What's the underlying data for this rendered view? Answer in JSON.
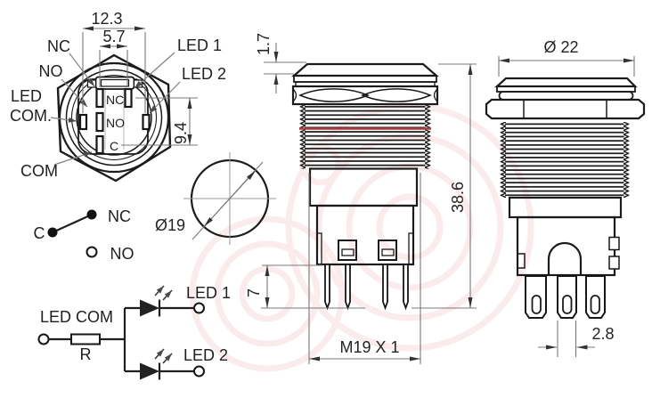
{
  "drawing": {
    "rear_view": {
      "callouts": {
        "nc": "NC",
        "no": "NO",
        "led_com_line1": "LED",
        "led_com_line2": "COM.",
        "com": "COM",
        "led1": "LED 1",
        "led2": "LED 2"
      },
      "pins": {
        "top": "NC",
        "middle": "NO",
        "bottom": "C"
      },
      "dims": {
        "pitch_outer": "12.3",
        "pitch_inner": "5.7",
        "pitch_vertical": "9.4"
      }
    },
    "contact_diagram": {
      "c": "C",
      "nc": "NC",
      "no": "NO"
    },
    "led_diagram": {
      "input": "LED COM",
      "resistor": "R",
      "led1": "LED 1",
      "led2": "LED 2"
    },
    "cutout": {
      "diameter": "Ø19"
    },
    "front_view": {
      "dims": {
        "bezel_height": "1.7",
        "total_height": "38.6",
        "pin_length": "7",
        "thread_spec": "M19 X 1"
      }
    },
    "side_view": {
      "dims": {
        "head_diameter": "Ø 22",
        "terminal_width": "2.8"
      }
    }
  },
  "colors": {
    "line": "#1b1b1b",
    "dimension": "#787878",
    "arrow": "#333333",
    "accent_red": "#ae3c3c",
    "watermark": "#d96a6a"
  }
}
